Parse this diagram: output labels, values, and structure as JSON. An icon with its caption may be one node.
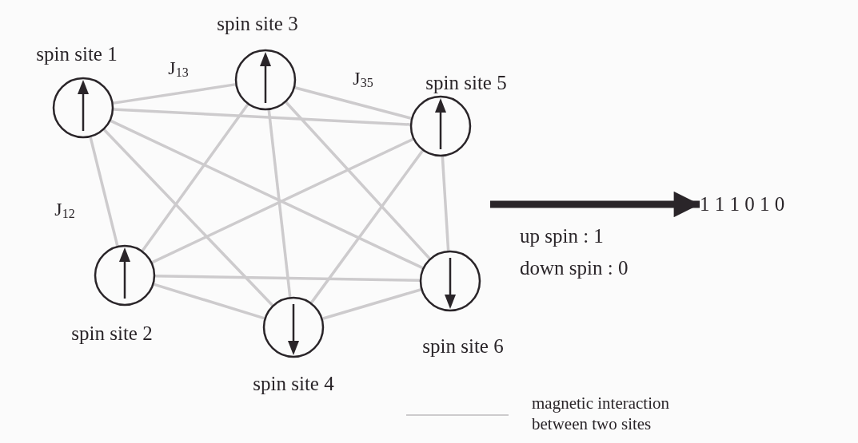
{
  "diagram": {
    "nodes": [
      {
        "text": [
          "spin site 1"
        ]
      },
      {
        "text": [
          "spin site 2"
        ]
      },
      {
        "text": [
          "spin site 3"
        ]
      },
      {
        "text": [
          "spin site 4"
        ]
      },
      {
        "text": [
          "spin site 5"
        ]
      },
      {
        "text": [
          "spin site 6"
        ]
      },
      {
        "text": [
          "1 1 1 0 1 0"
        ]
      }
    ],
    "edges": [
      {
        "from": 0,
        "to": 2,
        "arrow": "none",
        "label": "J$_{13}$"
      },
      {
        "from": 2,
        "to": 4,
        "arrow": "none",
        "label": "J$_{35}$"
      },
      {
        "from": 0,
        "to": 1,
        "arrow": "none",
        "label": "J$_{12}$"
      },
      {
        "from": 0,
        "to": 3,
        "arrow": "none"
      },
      {
        "from": 0,
        "to": 4,
        "arrow": "none"
      },
      {
        "from": 0,
        "to": 5,
        "arrow": "none"
      },
      {
        "from": 2,
        "to": 1,
        "arrow": "none"
      },
      {
        "from": 2,
        "to": 3,
        "arrow": "none"
      },
      {
        "from": 2,
        "to": 5,
        "arrow": "none"
      },
      {
        "from": 4,
        "to": 1,
        "arrow": "none"
      },
      {
        "from": 4,
        "to": 3,
        "arrow": "none"
      },
      {
        "from": 4,
        "to": 5,
        "arrow": "none"
      },
      {
        "from": 1,
        "to": 3,
        "arrow": "none"
      },
      {
        "from": 1,
        "to": 5,
        "arrow": "none"
      },
      {
        "from": 3,
        "to": 5,
        "arrow": "none"
      },
      {
        "from": null,
        "to": 6,
        "arrow": "to",
        "style": "thick",
        "color": "#2a2529"
      }
    ],
    "labels": [
      "up spin : 1",
      "down spin : 0"
    ],
    "legend": [
      {
        "text": "magnetic interaction between two sites"
      }
    ]
  }
}
